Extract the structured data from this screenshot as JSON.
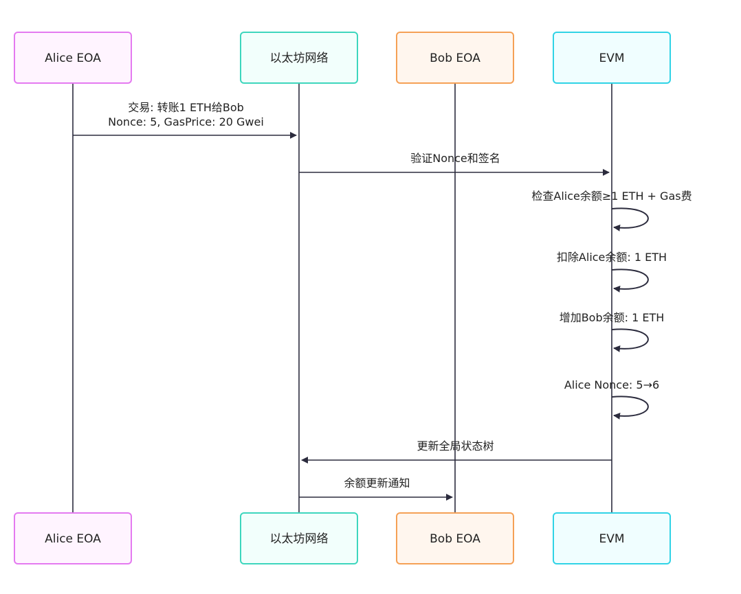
{
  "actors": [
    {
      "id": "alice",
      "label": "Alice EOA",
      "fill": "#fff4ff",
      "stroke": "#e479f0"
    },
    {
      "id": "net",
      "label": "以太坊网络",
      "fill": "#f2fffc",
      "stroke": "#3dd6bd"
    },
    {
      "id": "bob",
      "label": "Bob EOA",
      "fill": "#fff6ee",
      "stroke": "#f5a055"
    },
    {
      "id": "evm",
      "label": "EVM",
      "fill": "#f0feff",
      "stroke": "#2fd3e6"
    }
  ],
  "messages": [
    {
      "from": "alice",
      "to": "net",
      "lines": [
        "交易: 转账1 ETH给Bob",
        "Nonce: 5, GasPrice: 20 Gwei"
      ]
    },
    {
      "from": "net",
      "to": "evm",
      "lines": [
        "验证Nonce和签名"
      ]
    },
    {
      "from": "evm",
      "to": "evm",
      "lines": [
        "检查Alice余额≥1 ETH + Gas费"
      ]
    },
    {
      "from": "evm",
      "to": "evm",
      "lines": [
        "扣除Alice余额: 1 ETH"
      ]
    },
    {
      "from": "evm",
      "to": "evm",
      "lines": [
        "增加Bob余额: 1 ETH"
      ]
    },
    {
      "from": "evm",
      "to": "evm",
      "lines": [
        "Alice Nonce: 5→6"
      ]
    },
    {
      "from": "evm",
      "to": "net",
      "lines": [
        "更新全局状态树"
      ]
    },
    {
      "from": "net",
      "to": "bob",
      "lines": [
        "余额更新通知"
      ]
    }
  ],
  "colors": {
    "line": "#2b2b3d",
    "text": "#222222"
  }
}
